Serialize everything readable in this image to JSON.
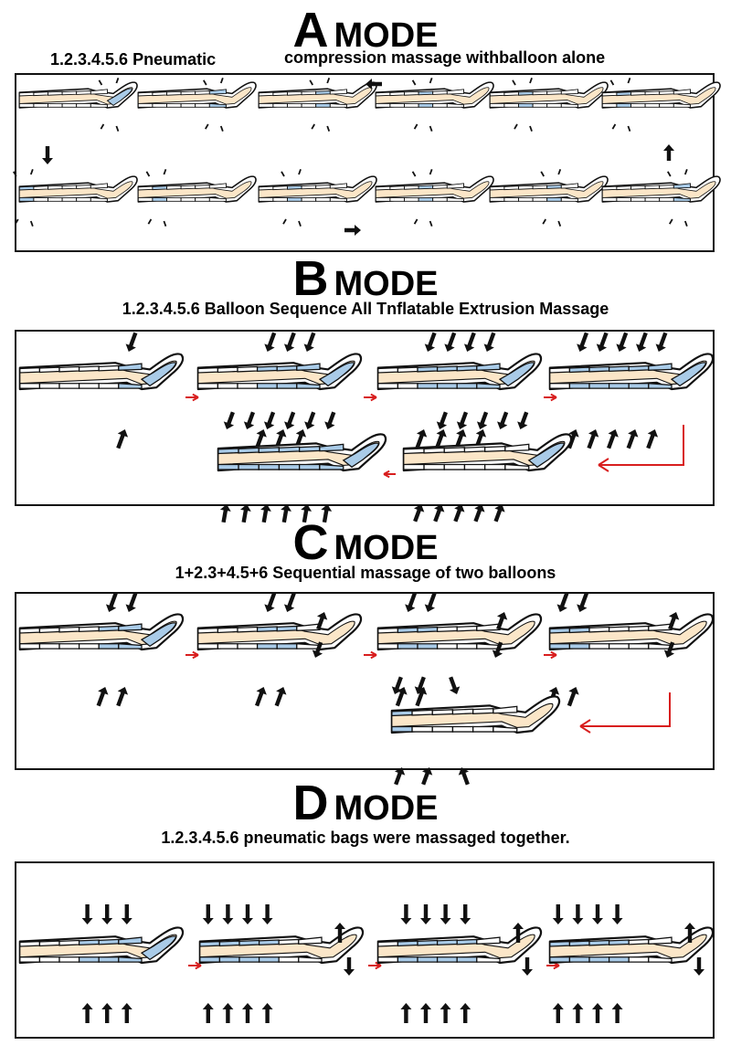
{
  "modes": [
    {
      "letter": "A",
      "word": "MODE",
      "subtitle_left": "1.2.3.4.5.6 Pneumatic",
      "subtitle_right": "compression massage withballoon alone"
    },
    {
      "letter": "B",
      "word": "MODE",
      "subtitle": "1.2.3.4.5.6 Balloon Sequence All Tnflatable Extrusion Massage"
    },
    {
      "letter": "C",
      "word": "MODE",
      "subtitle": "1+2.3+4.5+6 Sequential massage of two balloons"
    },
    {
      "letter": "D",
      "word": "MODE",
      "subtitle": "1.2.3.4.5.6 pneumatic bags were massaged together."
    }
  ],
  "colors": {
    "skin": "#fbe6c8",
    "balloon": "#a9cbe8",
    "outline": "#111111",
    "flow_arrow": "#d81e1e"
  }
}
